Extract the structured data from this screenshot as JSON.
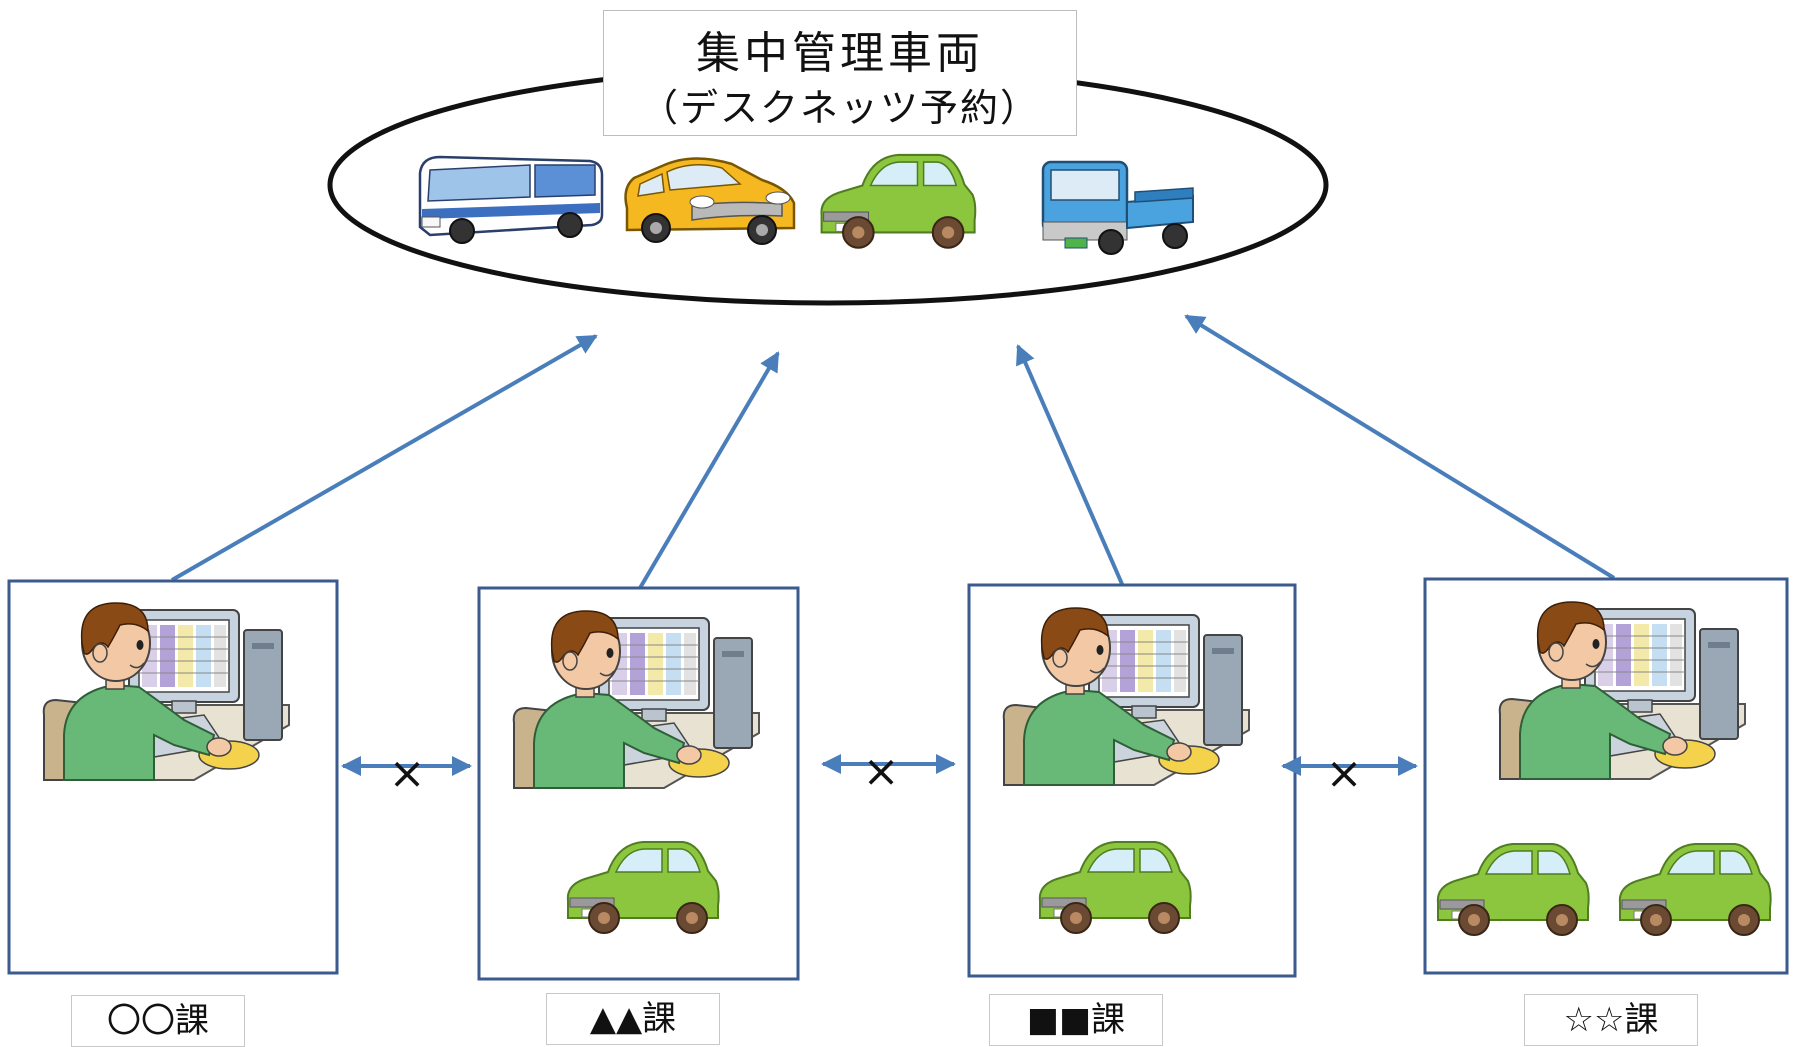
{
  "title": {
    "line1": "集中管理車両",
    "line2": "（デスクネッツ予約）"
  },
  "pool_vehicles": [
    "bus-icon",
    "yellow-car-icon",
    "green-car-icon",
    "truck-icon"
  ],
  "departments": [
    {
      "label": "〇〇課",
      "cars": 0
    },
    {
      "label": "▲▲課",
      "cars": 1
    },
    {
      "label": "■■課",
      "cars": 1
    },
    {
      "label": "☆☆課",
      "cars": 2
    }
  ],
  "no_sharing_mark": "×",
  "colors": {
    "arrow": "#4a7ebb",
    "box_border": "#3b5b8f",
    "car_green": "#8cc63f",
    "bus_blue": "#5b8fd6",
    "yellow_car": "#f5b820",
    "truck_blue": "#4aa3df"
  }
}
